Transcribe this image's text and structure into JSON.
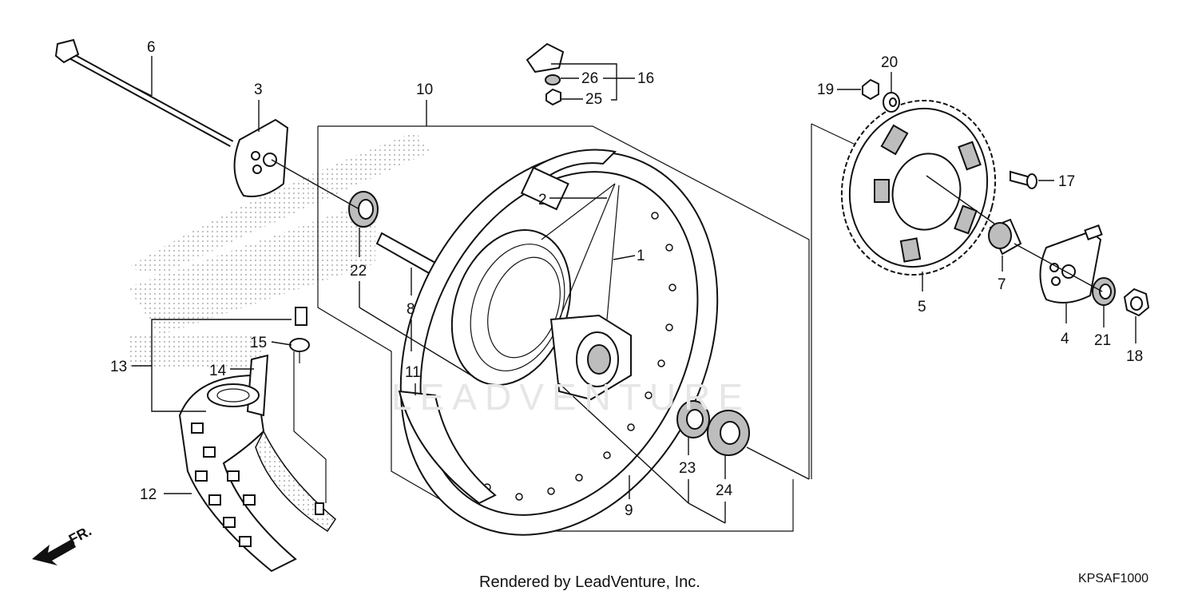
{
  "diagram": {
    "callouts": [
      "1",
      "2",
      "3",
      "4",
      "5",
      "6",
      "7",
      "8",
      "9",
      "10",
      "11",
      "12",
      "13",
      "14",
      "15",
      "16",
      "17",
      "18",
      "19",
      "20",
      "21",
      "22",
      "23",
      "24",
      "25",
      "26"
    ],
    "direction_label": "FR.",
    "watermark": "LEADVENTURE",
    "credit": "Rendered by LeadVenture, Inc.",
    "diagram_code": "KPSAF1000"
  }
}
